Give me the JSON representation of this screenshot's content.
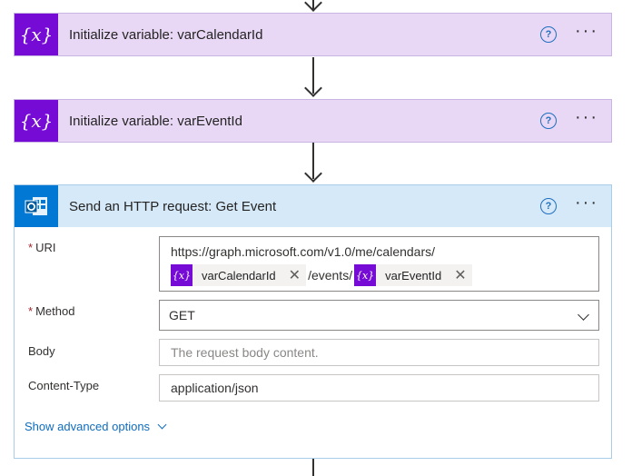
{
  "steps": {
    "init_calendar": {
      "title": "Initialize variable: varCalendarId"
    },
    "init_event": {
      "title": "Initialize variable: varEventId"
    },
    "http": {
      "title": "Send an HTTP request: Get Event",
      "uri_label": "URI",
      "uri_prefix": "https://graph.microsoft.com/v1.0/me/calendars/",
      "uri_token1": "varCalendarId",
      "uri_middle": "/events/",
      "uri_token2": "varEventId",
      "method_label": "Method",
      "method_value": "GET",
      "body_label": "Body",
      "body_placeholder": "The request body content.",
      "content_type_label": "Content-Type",
      "content_type_value": "application/json",
      "advanced_label": "Show advanced options"
    }
  },
  "glyphs": {
    "var_icon": "{x}",
    "help": "?",
    "more": "···",
    "close": "✕",
    "required": "*"
  },
  "colors": {
    "variable_accent": "#770bd6",
    "http_header": "#d6e9f8",
    "outlook_blue": "#0078d4",
    "link": "#0f6cbd"
  }
}
